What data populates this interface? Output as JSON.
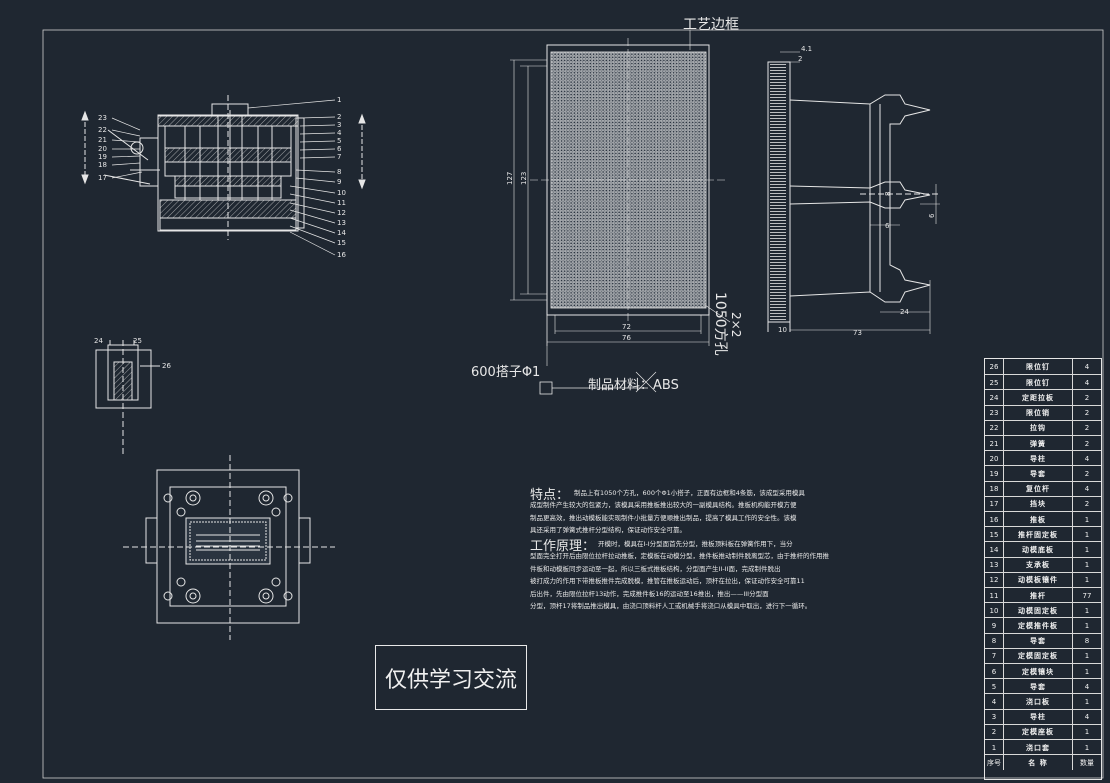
{
  "annotations": {
    "frame_label": "工艺边框",
    "hole_label": "1050方孔",
    "hole_size": "2×2",
    "pin_label": "600搭子Φ1",
    "material_label": "制品材料：ABS",
    "watermark": "仅供学习交流"
  },
  "dimensions": {
    "height_outer": "127",
    "height_inner": "123",
    "width_inner": "72",
    "width_outer": "76",
    "side_d1": "4.1",
    "side_d2": "2",
    "side_width": "73",
    "side_d3": "24",
    "side_d4": "10",
    "side_d5": "6",
    "side_d6": "8"
  },
  "part_numbers": [
    "1",
    "2",
    "3",
    "4",
    "5",
    "6",
    "7",
    "8",
    "9",
    "10",
    "11",
    "12",
    "13",
    "14",
    "15",
    "16",
    "17",
    "18",
    "19",
    "20",
    "21",
    "22",
    "23",
    "24",
    "25",
    "26"
  ],
  "notes": {
    "feature_title": "特点：",
    "feature_lines": [
      "制品上有1050个方孔，600个Φ1小搭子，正面有边框和4条筋，该成型采用模具",
      "成型制件产生较大的包紧力，该模具采用推板推出较大的一副模具结构。推板机构能开模方便",
      "制品更高效，推出动模板能实现制件小批量方便顺推出制品，提高了模具工作的安全性。该模",
      "具还采用了弹簧式推杆分型结构，保证动作安全可靠。"
    ],
    "principle_title": "工作原理：",
    "principle_lines": [
      "开模时，模具在I-I分型面首先分型，推板顶料板在弹簧作用下，当分",
      "型面完全打开后由限位拉杆拉动推板，定模板在动模分型，推件板推动制件脱离型芯，由于推杆的作用推",
      "件板和动模板同步运动至一起，所以三板式推板结构，分型面产生II-II面，完成制件脱出",
      "被打成力的作用下带推板推件完成脱模，推管在推板运动后，顶杆在拉出，保证动作安全可靠11",
      "后出件，先由限位拉杆13动作，完成推件板16的运动至16推出，推出——III分型面",
      "分型，顶杆17将制品推出模具，由浇口顶料杆人工或机械手将浇口从模具中取出，进行下一循环。"
    ]
  },
  "bom": {
    "rows": [
      {
        "no": "26",
        "name": "限位钉",
        "qty": "4"
      },
      {
        "no": "25",
        "name": "限位钉",
        "qty": "4"
      },
      {
        "no": "24",
        "name": "定距拉板",
        "qty": "2"
      },
      {
        "no": "23",
        "name": "限位销",
        "qty": "2"
      },
      {
        "no": "22",
        "name": "拉钩",
        "qty": "2"
      },
      {
        "no": "21",
        "name": "弹簧",
        "qty": "2"
      },
      {
        "no": "20",
        "name": "导柱",
        "qty": "4"
      },
      {
        "no": "19",
        "name": "导套",
        "qty": "2"
      },
      {
        "no": "18",
        "name": "复位杆",
        "qty": "4"
      },
      {
        "no": "17",
        "name": "挡块",
        "qty": "2"
      },
      {
        "no": "16",
        "name": "推板",
        "qty": "1"
      },
      {
        "no": "15",
        "name": "推杆固定板",
        "qty": "1"
      },
      {
        "no": "14",
        "name": "动模底板",
        "qty": "1"
      },
      {
        "no": "13",
        "name": "支承板",
        "qty": "1"
      },
      {
        "no": "12",
        "name": "动模板镶件",
        "qty": "1"
      },
      {
        "no": "11",
        "name": "推杆",
        "qty": "77"
      },
      {
        "no": "10",
        "name": "动模固定板",
        "qty": "1"
      },
      {
        "no": "9",
        "name": "定模推件板",
        "qty": "1"
      },
      {
        "no": "8",
        "name": "导套",
        "qty": "8"
      },
      {
        "no": "7",
        "name": "定模固定板",
        "qty": "1"
      },
      {
        "no": "6",
        "name": "定模镶块",
        "qty": "1"
      },
      {
        "no": "5",
        "name": "导套",
        "qty": "4"
      },
      {
        "no": "4",
        "name": "浇口板",
        "qty": "1"
      },
      {
        "no": "3",
        "name": "导柱",
        "qty": "4"
      },
      {
        "no": "2",
        "name": "定模座板",
        "qty": "1"
      },
      {
        "no": "1",
        "name": "浇口套",
        "qty": "1"
      }
    ],
    "header": {
      "no": "序号",
      "name": "名 称",
      "qty": "数量"
    }
  }
}
